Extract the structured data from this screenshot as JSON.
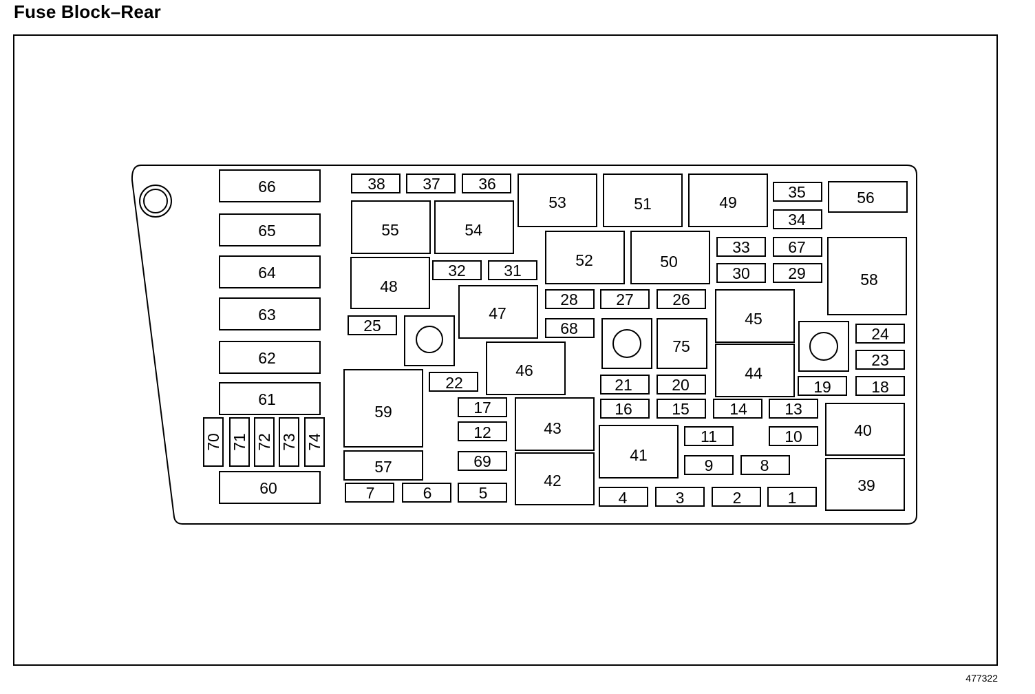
{
  "title": "Fuse Block–Rear",
  "figure_id": "477322",
  "fuses": {
    "f1": "1",
    "f2": "2",
    "f3": "3",
    "f4": "4",
    "f5": "5",
    "f6": "6",
    "f7": "7",
    "f8": "8",
    "f9": "9",
    "f10": "10",
    "f11": "11",
    "f12": "12",
    "f13": "13",
    "f14": "14",
    "f15": "15",
    "f16": "16",
    "f17": "17",
    "f18": "18",
    "f19": "19",
    "f20": "20",
    "f21": "21",
    "f22": "22",
    "f23": "23",
    "f24": "24",
    "f25": "25",
    "f26": "26",
    "f27": "27",
    "f28": "28",
    "f29": "29",
    "f30": "30",
    "f31": "31",
    "f32": "32",
    "f33": "33",
    "f34": "34",
    "f35": "35",
    "f36": "36",
    "f37": "37",
    "f38": "38",
    "f39": "39",
    "f40": "40",
    "f41": "41",
    "f42": "42",
    "f43": "43",
    "f44": "44",
    "f45": "45",
    "f46": "46",
    "f47": "47",
    "f48": "48",
    "f49": "49",
    "f50": "50",
    "f51": "51",
    "f52": "52",
    "f53": "53",
    "f54": "54",
    "f55": "55",
    "f56": "56",
    "f57": "57",
    "f58": "58",
    "f59": "59",
    "f60": "60",
    "f61": "61",
    "f62": "62",
    "f63": "63",
    "f64": "64",
    "f65": "65",
    "f66": "66",
    "f67": "67",
    "f68": "68",
    "f69": "69",
    "f70": "70",
    "f71": "71",
    "f72": "72",
    "f73": "73",
    "f74": "74",
    "f75": "75"
  }
}
